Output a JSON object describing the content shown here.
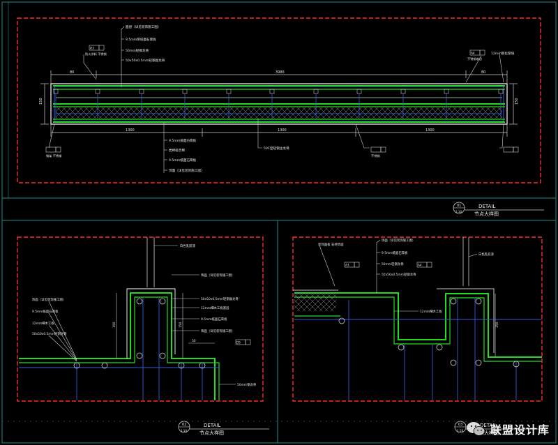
{
  "watermark": {
    "brand": "联盟设计库",
    "icon": "wechat-icon"
  },
  "colors": {
    "frame": "#1f8f8f",
    "redline": "#ff2a2a",
    "green": "#22dd22",
    "blue": "#3b5bd9",
    "text": "#e8e8e8"
  },
  "detail01": {
    "num": "01",
    "scale": "1:10",
    "en": "DETAIL",
    "cn": "节点大样图",
    "dims_top": [
      "80",
      "3980",
      "80"
    ],
    "dims_bottom": [
      "1300",
      "1300",
      "1300"
    ],
    "dim_left": "150",
    "dim_right": "150",
    "note1": "面层（详见装饰施工图）",
    "note2": "9.5mm厚纸面石膏板",
    "note3": "50mm轻钢龙骨",
    "note4": "50x50x0.5mm轻钢副龙骨",
    "note5": "9.5mm纸面石膏板",
    "note6": "岩棉吸音棉",
    "note7": "9.5mm纸面石膏板",
    "note8": "饰面（详见装饰施工图）",
    "note9": "50C型轻钢主龙骨",
    "tag_l_top": "D3",
    "tag_l_cap": "防火涂料 不锈钢",
    "tag_r_top": "A4",
    "tag_r_cap": "不锈钢收边",
    "tag_bl": "钢架 不锈钢",
    "tag_br": "不锈钢",
    "note_tr": "12mm钢化玻璃"
  },
  "detail02": {
    "num": "02",
    "scale": "1:10",
    "en": "DETAIL",
    "cn": "节点大样图",
    "top_note": "白色乳胶漆",
    "n1": "饰面（详见装饰施工图）",
    "n2": "9.5mm纸面石膏板",
    "n3": "12mm细木工板",
    "n4": "50x50x0.5mm轻钢龙骨",
    "r1": "饰面（详见装饰施工图）",
    "r2": "50x50x0.5mm轻钢副龙骨",
    "r3": "12mm细木工板基层",
    "r4": "9.5mm纸面石膏板",
    "r5": "饰面（详见装饰施工图）",
    "r6": "50mm钢龙骨",
    "dim_v1": "150",
    "dim_v2": "150",
    "dim_h": "50",
    "tag": "D5"
  },
  "detail03": {
    "num": "03",
    "scale": "1:10",
    "en": "DETAIL",
    "cn": "节点大样图",
    "n1": "饰面（详见装饰施工图）",
    "n2": "9.5mm纸面石膏板",
    "n3": "50mm轻钢龙骨",
    "n4": "50x50x0.5mm轻钢龙骨",
    "top_l": "装饰面板 石材饰面",
    "top_r": "白色乳胶漆",
    "mid": "12mm细木工板",
    "tag1": "A3",
    "tag2": "A4",
    "dim_v": "150"
  }
}
